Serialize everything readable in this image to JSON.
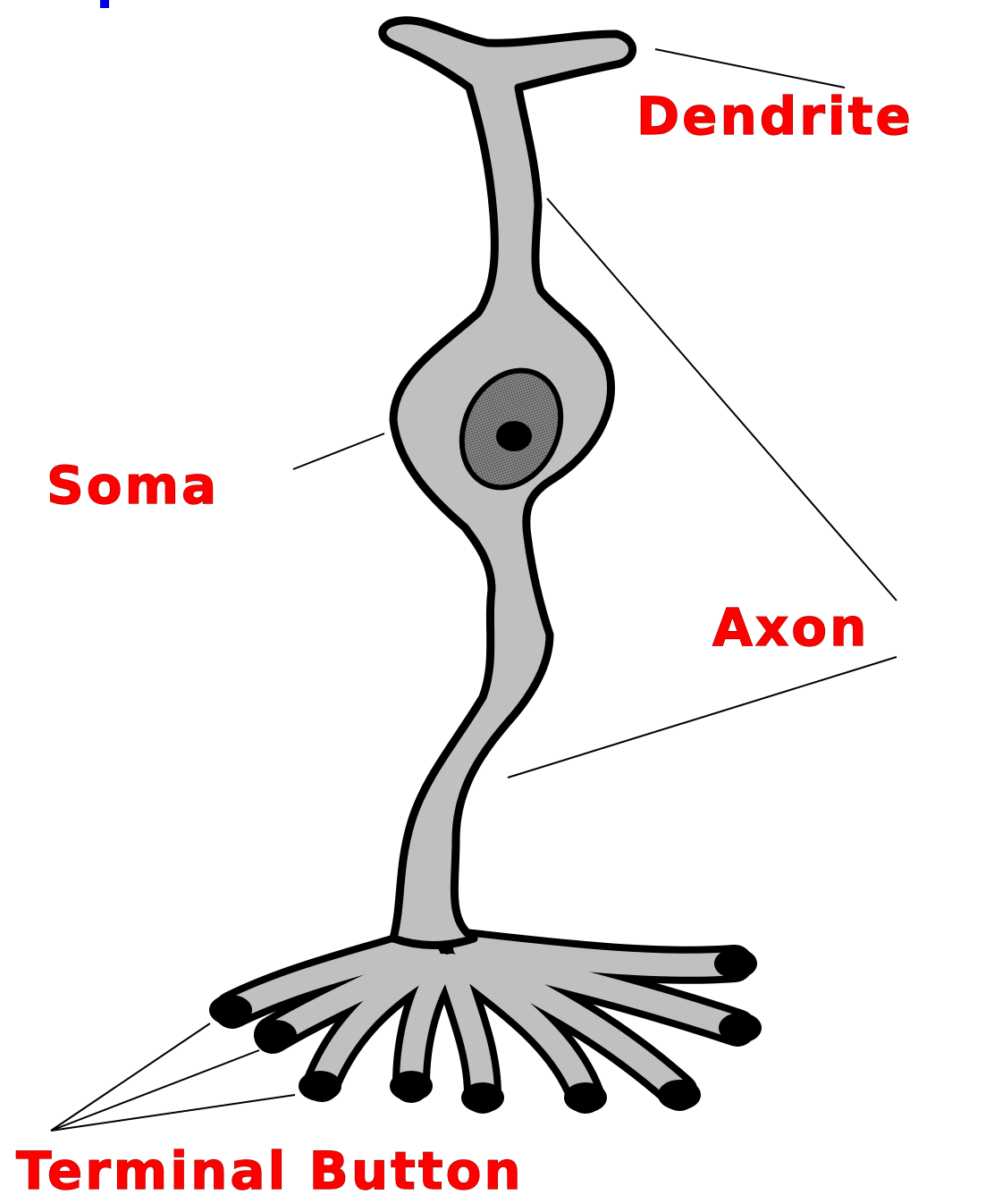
{
  "labels": {
    "dendrite": "Dendrite",
    "soma": "Soma",
    "axon": "Axon",
    "terminal": "Terminal Button"
  },
  "colors": {
    "label_red": "#ff0000",
    "cell_fill": "#c0c0c0",
    "outline": "#000000",
    "nucleus": "#808080"
  }
}
